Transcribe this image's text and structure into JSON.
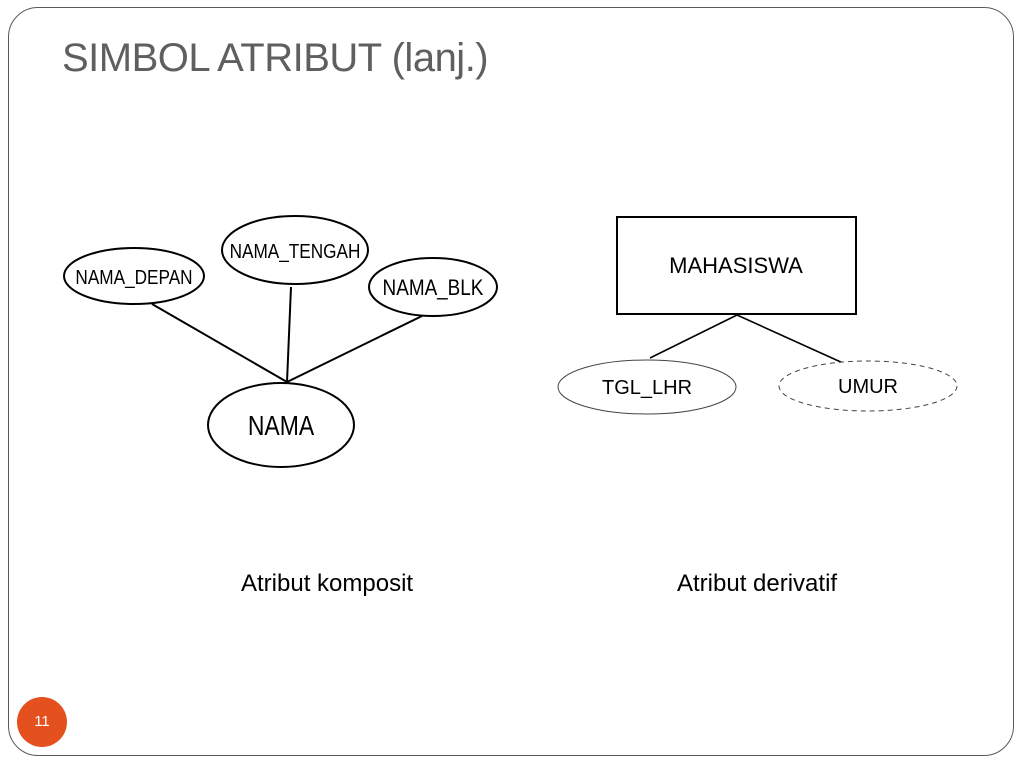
{
  "slide": {
    "title": "SIMBOL ATRIBUT (lanj.)",
    "page_number": "11",
    "accent_color": "#e4511f"
  },
  "composite": {
    "caption": "Atribut komposit",
    "attribute": "NAMA",
    "components": [
      "NAMA_DEPAN",
      "NAMA_TENGAH",
      "NAMA_BLK"
    ]
  },
  "derived": {
    "caption": "Atribut derivatif",
    "entity": "MAHASISWA",
    "stored_attribute": "TGL_LHR",
    "derived_attribute": "UMUR"
  }
}
